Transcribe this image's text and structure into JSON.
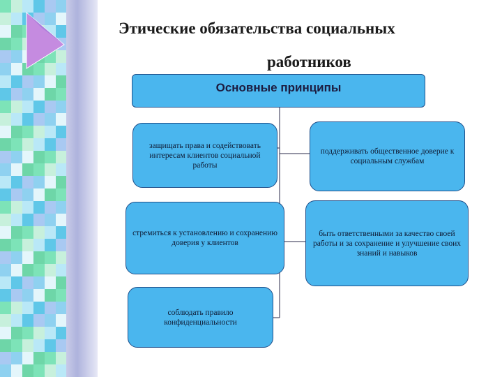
{
  "title": {
    "line1": "Этические обязательства социальных",
    "line2": "работников"
  },
  "header": "Основные принципы",
  "principles": [
    "защищать права и содействовать интересам клиентов социальной работы",
    "поддерживать общественное доверие к социальным службам",
    "стремиться к установлению и сохранению доверия у клиентов",
    "быть ответственными за качество своей работы и за сохранение и улучшение своих знаний и навыков",
    "соблюдать правило конфиденциальности"
  ],
  "colors": {
    "box_fill": "#4ab6ee",
    "box_border": "#1f4f8a",
    "connector": "#2a2a4a"
  }
}
